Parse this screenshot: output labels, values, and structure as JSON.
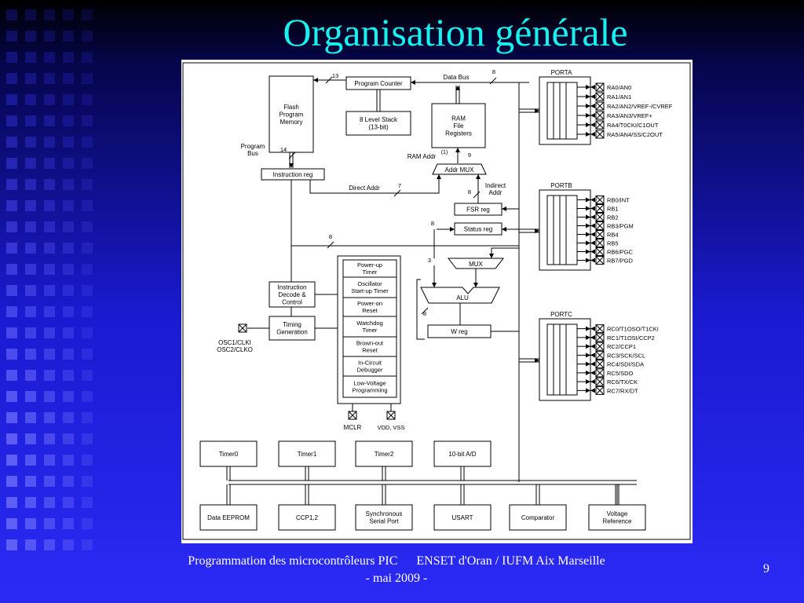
{
  "slide": {
    "title": "Organisation générale",
    "footer_left": "Programmation des microcontrôleurs PIC",
    "footer_right": "ENSET d'Oran / IUFM Aix Marseille",
    "footer_line2": "- mai 2009 -",
    "slide_number": "9"
  },
  "diagram": {
    "flash": [
      "Flash",
      "Program",
      "Memory"
    ],
    "program_counter": "Program Counter",
    "stack": [
      "8 Level Stack",
      "(13-bit)"
    ],
    "data_bus": "Data Bus",
    "ram": [
      "RAM",
      "File",
      "Registers"
    ],
    "ram_addr": "RAM Addr",
    "ram_addr_note": "(1)",
    "addr_mux": "Addr MUX",
    "program_bus": [
      "Program",
      "Bus"
    ],
    "instruction_reg": "Instruction reg",
    "direct_addr": "Direct Addr",
    "indirect_addr": [
      "Indirect",
      "Addr"
    ],
    "fsr_reg": "FSR reg",
    "status_reg": "Status reg",
    "mux": "MUX",
    "alu": "ALU",
    "w_reg": "W reg",
    "instruction_decode": [
      "Instruction",
      "Decode &",
      "Control"
    ],
    "timing_generation": [
      "Timing",
      "Generation"
    ],
    "osc_pins": [
      "OSC1/CLKI",
      "OSC2/CLKO"
    ],
    "power_blocks": [
      [
        "Power-up",
        "Timer"
      ],
      [
        "Oscillator",
        "Start-up Timer"
      ],
      [
        "Power-on",
        "Reset"
      ],
      [
        "Watchdog",
        "Timer"
      ],
      [
        "Brown-out",
        "Reset"
      ],
      [
        "In-Circuit",
        "Debugger"
      ],
      [
        "Low-Voltage",
        "Programming"
      ]
    ],
    "mclr": "MCLR",
    "vdd_vss": "VDD, VSS",
    "bus_widths": {
      "pc": "13",
      "data": "8",
      "program": "14",
      "direct": "7",
      "indirect": "8",
      "status": "8",
      "alu_in": "3",
      "w": "8",
      "ram_addr": "9"
    },
    "porta": {
      "name": "PORTA",
      "pins": [
        "RA0/AN0",
        "RA1/AN1",
        "RA2/AN2/VREF-/CVREF",
        "RA3/AN3/VREF+",
        "RA4/T0CKI/C1OUT",
        "RA5/AN4/SS/C2OUT"
      ]
    },
    "portb": {
      "name": "PORTB",
      "pins": [
        "RB0/INT",
        "RB1",
        "RB2",
        "RB3/PGM",
        "RB4",
        "RB5",
        "RB6/PGC",
        "RB7/PGD"
      ]
    },
    "portc": {
      "name": "PORTC",
      "pins": [
        "RC0/T1OSO/T1CKI",
        "RC1/T1OSI/CCP2",
        "RC2/CCP1",
        "RC3/SCK/SCL",
        "RC4/SDI/SDA",
        "RC5/SDO",
        "RC6/TX/CK",
        "RC7/RX/DT"
      ]
    },
    "peripherals_top": [
      "Timer0",
      "Timer1",
      "Timer2",
      "10-bit A/D"
    ],
    "peripherals_bottom": [
      [
        "Data EEPROM"
      ],
      [
        "CCP1,2"
      ],
      [
        "Synchronous",
        "Serial Port"
      ],
      [
        "USART"
      ],
      [
        "Comparator"
      ],
      [
        "Voltage",
        "Reference"
      ]
    ]
  }
}
